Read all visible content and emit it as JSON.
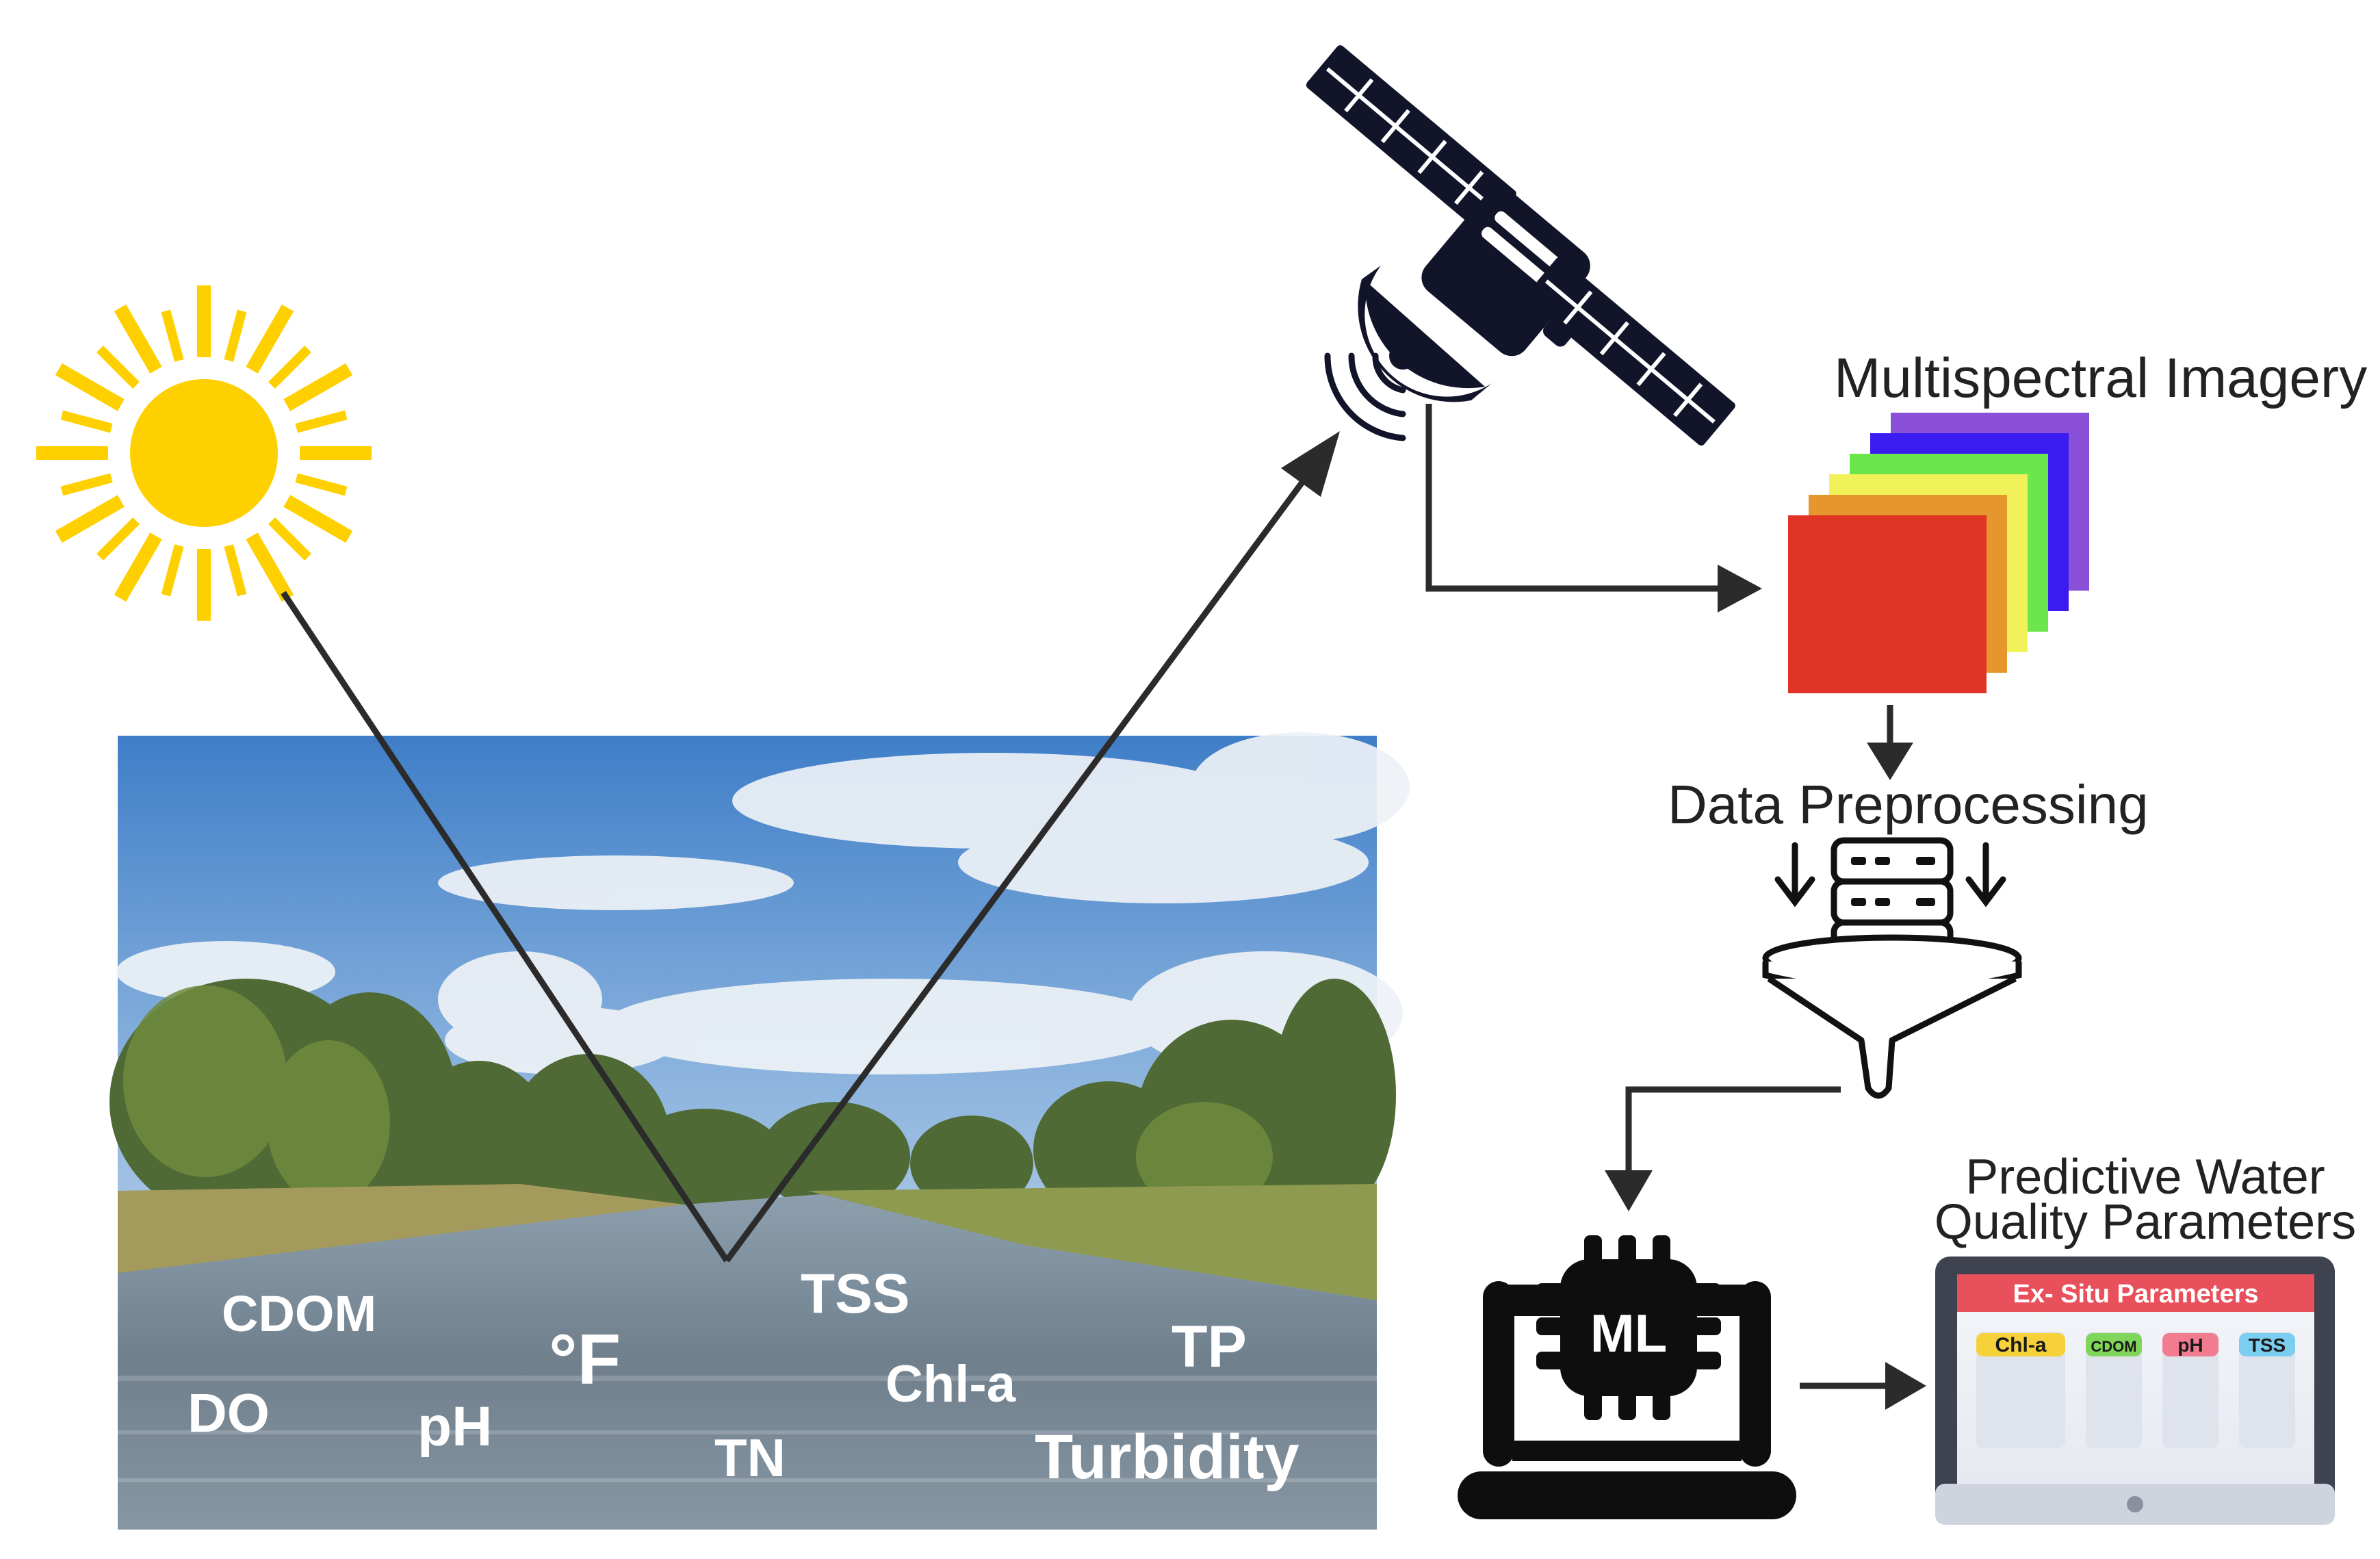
{
  "water_parameters": {
    "cdom": "CDOM",
    "do": "DO",
    "ph": "pH",
    "temperature": "°F",
    "tss": "TSS",
    "tn": "TN",
    "chla": "Chl-a",
    "tp": "TP",
    "turbidity": "Turbidity"
  },
  "pipeline": {
    "multispectral_label": "Multispectral Imagery",
    "preprocessing_label": "Data Preprocessing",
    "ml_label": "ML",
    "output_title_line1": "Predictive Water",
    "output_title_line2": "Quality Parameters"
  },
  "monitor": {
    "header": "Ex- Situ Parameters",
    "chips": [
      "Chl-a",
      "CDOM",
      "pH",
      "TSS"
    ]
  },
  "colors": {
    "sun": "#FFD000",
    "arrow": "#2b2b2b",
    "satellite": "#12142a",
    "band_red": "#E03426",
    "band_orange": "#E6962C",
    "band_yellow": "#F1F25A",
    "band_green": "#6CE64A",
    "band_blue": "#3A1CF0",
    "band_violet": "#8B50D8",
    "monitor_header": "#E8505B",
    "chip_yellow": "#F6D13A",
    "chip_green": "#7FD65A",
    "chip_pink": "#F27C8F",
    "chip_cyan": "#7CCEF0"
  }
}
